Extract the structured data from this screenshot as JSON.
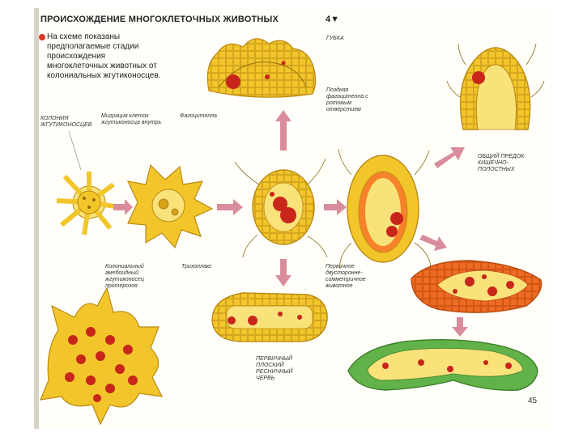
{
  "header": {
    "title": "ПРОИСХОЖДЕНИЕ МНОГОКЛЕТОЧНЫХ ЖИВОТНЫХ",
    "chapter_mark": "4▼"
  },
  "intro": "На схеме показаны предполагаемые стадии происхождения многоклеточных животных от колониальных жгутиконосцев.",
  "labels": {
    "colony": "КОЛОНИЯ ЖГУТИКОНОСЦЕВ",
    "migration": "Миграция клеток жгутиконосца внутрь",
    "phagocytella": "Фагоцителла",
    "sponge": "ГУБКА",
    "late_phagocytella": "Поздняя фагоцителла с ротовым отверстием",
    "common_ancestor": "ОБЩИЙ ПРЕДОК КИШЕЧНО-ПОЛОСТНЫХ",
    "colonial_ameboid": "Колониальный амебоидный жгутиконосец протерозоя",
    "trichoplax": "Трихоплакс",
    "bilateral": "Первичное двусторонне-симметричное животное",
    "flatworm": "ПЕРВИЧНЫЙ ПЛОСКИЙ РЕСНИЧНЫЙ ЧЕРВЬ"
  },
  "page_number": "45",
  "colors": {
    "cell_fill": "#f2c62b",
    "cell_light": "#f9e27a",
    "cell_outline": "#b98a12",
    "nucleus": "#c8261a",
    "arrow": "#d98c9c",
    "bilateral_fill": "#ef6a22",
    "worm_green": "#62b24a"
  }
}
